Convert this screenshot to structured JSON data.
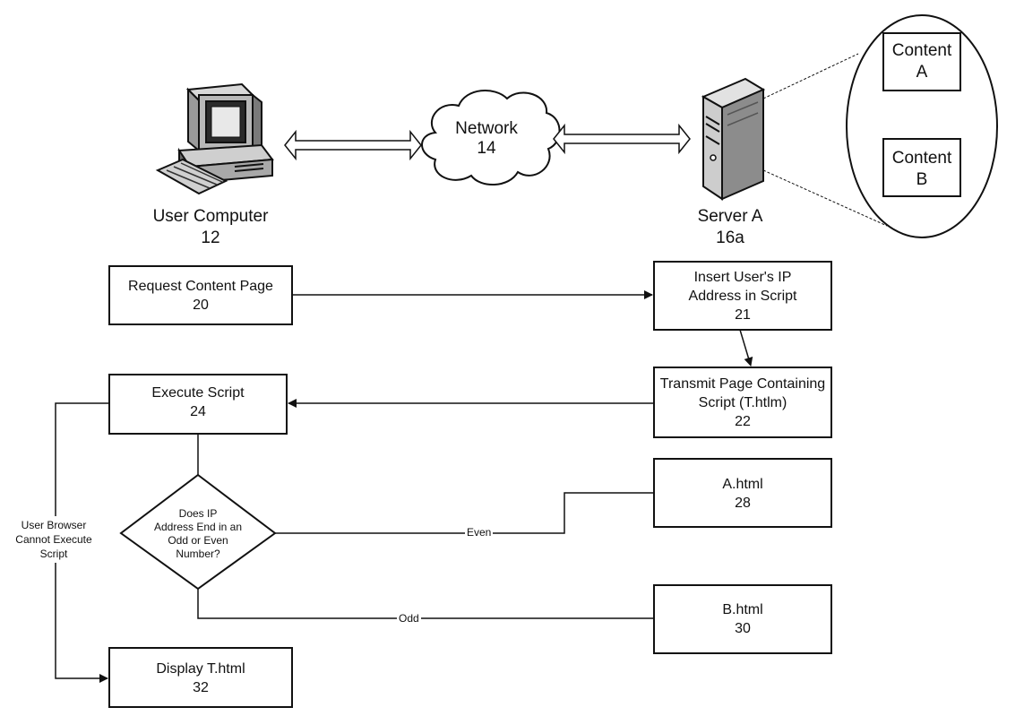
{
  "top": {
    "user_computer": {
      "name": "User Computer",
      "ref": "12"
    },
    "network": {
      "name": "Network",
      "ref": "14"
    },
    "server": {
      "name": "Server A",
      "ref": "16a"
    },
    "content_a": {
      "line1": "Content",
      "line2": "A"
    },
    "content_b": {
      "line1": "Content",
      "line2": "B"
    }
  },
  "boxes": {
    "request": {
      "line1": "Request Content Page",
      "ref": "20"
    },
    "insert": {
      "line1": "Insert User's IP",
      "line2": "Address in Script",
      "ref": "21"
    },
    "transmit": {
      "line1": "Transmit Page Containing",
      "line2": "Script (T.htlm)",
      "ref": "22"
    },
    "execute": {
      "line1": "Execute Script",
      "ref": "24"
    },
    "a_html": {
      "line1": "A.html",
      "ref": "28"
    },
    "b_html": {
      "line1": "B.html",
      "ref": "30"
    },
    "display": {
      "line1": "Display T.html",
      "ref": "32"
    }
  },
  "decision": {
    "line1": "Does IP",
    "line2": "Address End in an",
    "line3": "Odd or Even",
    "line4": "Number?"
  },
  "edge_labels": {
    "even": "Even",
    "odd": "Odd",
    "fallback_line1": "User Browser",
    "fallback_line2": "Cannot Execute",
    "fallback_line3": "Script"
  }
}
